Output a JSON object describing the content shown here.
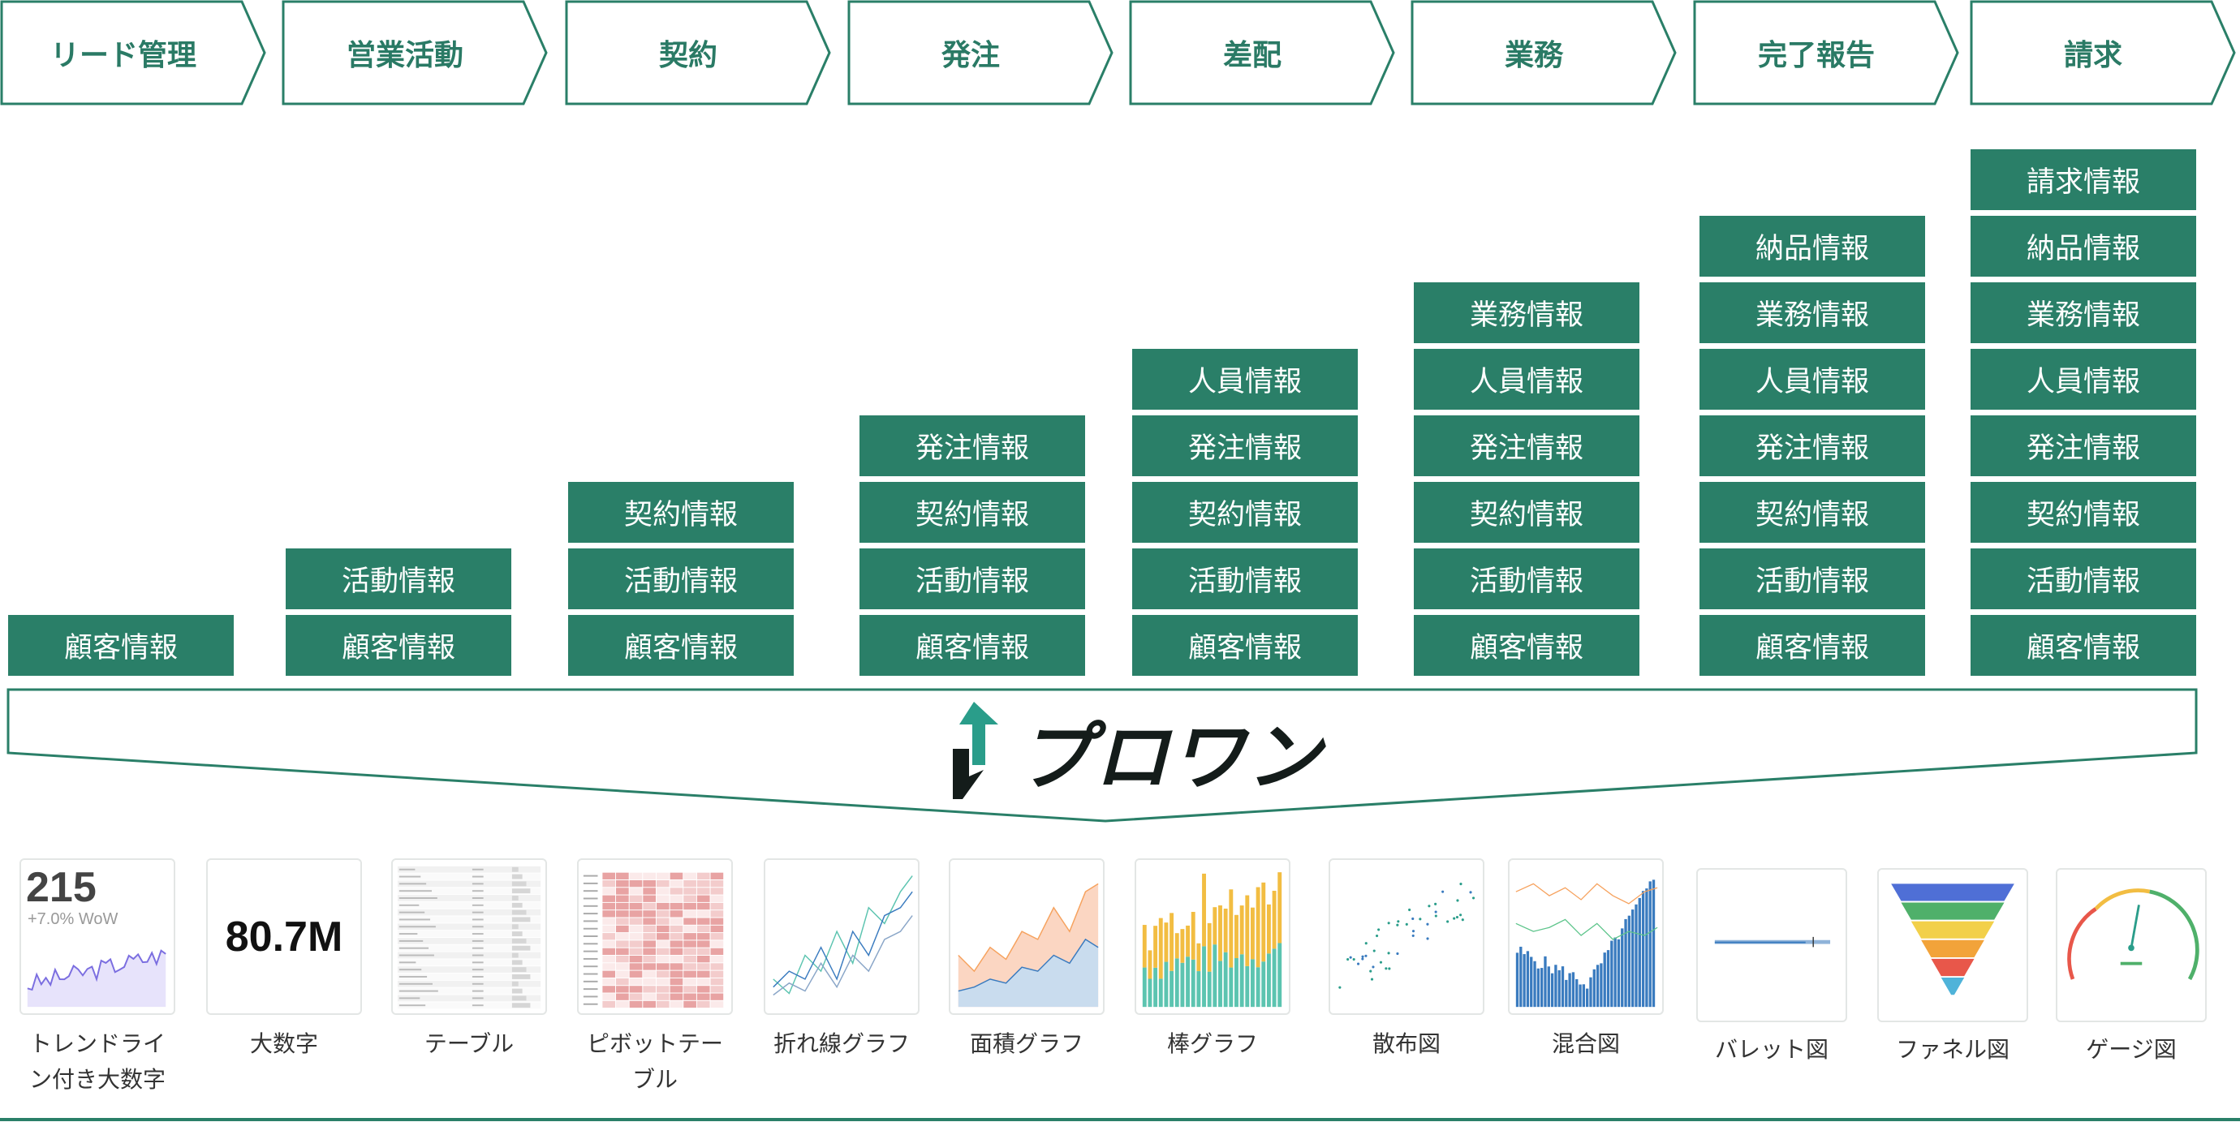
{
  "stages": [
    "リード管理",
    "営業活動",
    "契約",
    "発注",
    "差配",
    "業務",
    "完了報告",
    "請求"
  ],
  "info_columns": [
    [
      "顧客情報"
    ],
    [
      "活動情報",
      "顧客情報"
    ],
    [
      "契約情報",
      "活動情報",
      "顧客情報"
    ],
    [
      "発注情報",
      "契約情報",
      "活動情報",
      "顧客情報"
    ],
    [
      "人員情報",
      "発注情報",
      "契約情報",
      "活動情報",
      "顧客情報"
    ],
    [
      "業務情報",
      "人員情報",
      "発注情報",
      "契約情報",
      "活動情報",
      "顧客情報"
    ],
    [
      "納品情報",
      "業務情報",
      "人員情報",
      "発注情報",
      "契約情報",
      "活動情報",
      "顧客情報"
    ],
    [
      "請求情報",
      "納品情報",
      "業務情報",
      "人員情報",
      "発注情報",
      "契約情報",
      "活動情報",
      "顧客情報"
    ]
  ],
  "logo": {
    "text": "プロワン",
    "icon": "upward-arrow-icon"
  },
  "chart_types": [
    {
      "label": "トレンドライン付き大数字",
      "caption_lines": "トレンドライ\nン付き大数字",
      "preview": {
        "value": "215",
        "sub": "+7.0% WoW"
      }
    },
    {
      "label": "大数字",
      "caption_lines": "大数字",
      "preview": {
        "value": "80.7M"
      }
    },
    {
      "label": "テーブル",
      "caption_lines": "テーブル"
    },
    {
      "label": "ピボットテーブル",
      "caption_lines": "ピボットテー\nブル"
    },
    {
      "label": "折れ線グラフ",
      "caption_lines": "折れ線グラフ"
    },
    {
      "label": "面積グラフ",
      "caption_lines": "面積グラフ"
    },
    {
      "label": "棒グラフ",
      "caption_lines": "棒グラフ"
    },
    {
      "label": "散布図",
      "caption_lines": "散布図"
    },
    {
      "label": "混合図",
      "caption_lines": "混合図"
    },
    {
      "label": "バレット図",
      "caption_lines": "バレット図"
    },
    {
      "label": "ファネル図",
      "caption_lines": "ファネル図"
    },
    {
      "label": "ゲージ図",
      "caption_lines": "ゲージ図"
    }
  ],
  "colors": {
    "brand_green": "#2a7f68",
    "stage_text": "#2a7a65",
    "logo_teal": "#2a9d8a",
    "logo_dark": "#141c1a",
    "chart_purple": "#7b6ee0",
    "chart_teal": "#5cc4b0",
    "chart_yellow": "#f2bd42",
    "chart_blue": "#3a7bbf",
    "chart_orange": "#f6a25e"
  }
}
